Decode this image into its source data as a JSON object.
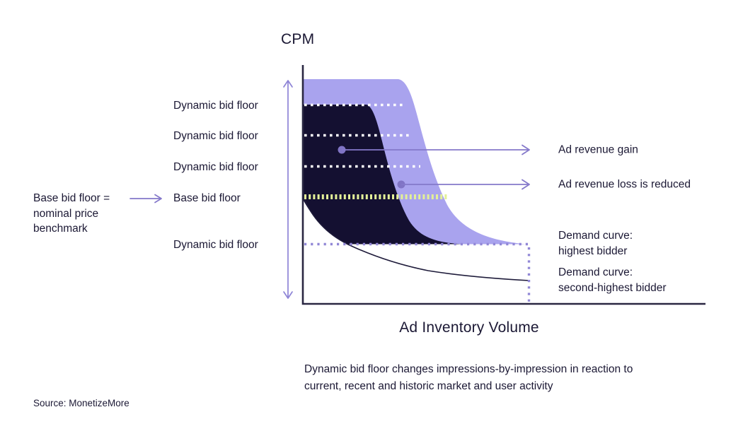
{
  "y_axis_title": "CPM",
  "x_axis_title": "Ad Inventory Volume",
  "floor_labels": {
    "dynamic_1": "Dynamic bid floor",
    "dynamic_2": "Dynamic bid floor",
    "dynamic_3": "Dynamic bid floor",
    "base": "Base bid floor",
    "dynamic_4": "Dynamic bid floor"
  },
  "left_annotation": {
    "line1": "Base bid floor =",
    "line2": "nominal price",
    "line3": "benchmark"
  },
  "right_annotations": {
    "gain": "Ad revenue gain",
    "loss": "Ad revenue loss is reduced",
    "demand_highest_line1": "Demand curve:",
    "demand_highest_line2": "highest bidder",
    "demand_second_line1": "Demand curve:",
    "demand_second_line2": "second-highest bidder"
  },
  "caption": {
    "line1": "Dynamic bid floor changes impressions-by-impression in reaction to",
    "line2": "current, recent and historic market and user activity"
  },
  "source": "Source: MonetizeMore",
  "colors": {
    "lavender_band": "#a9a3ee",
    "dark_navy_region": "#141031",
    "arrow_purple": "#8478ca",
    "dotted_floor_purple": "#9187d6",
    "base_floor_yellow": "#e3f098",
    "white_floor_dots": "#ffffff",
    "axis": "#2a2742",
    "text": "#1b1834"
  },
  "chart_data": {
    "type": "area",
    "title": "CPM",
    "xlabel": "Ad Inventory Volume",
    "ylabel": "CPM",
    "axes_numeric": false,
    "grid": false,
    "legend_position": "right-annotations",
    "series": [
      {
        "name": "Dynamic bid floor envelope (lavender band, highest-bidder demand with dynamic flooring)",
        "style": "filled-area",
        "color": "#a9a3ee",
        "points_rel": [
          [
            0.0,
            0.94
          ],
          [
            0.237,
            0.94
          ],
          [
            0.3,
            0.75
          ],
          [
            0.37,
            0.5
          ],
          [
            0.46,
            0.32
          ],
          [
            0.55,
            0.25
          ]
        ]
      },
      {
        "name": "Captured ad revenue region (dark navy, demand curve: highest bidder truncated at floors)",
        "style": "filled-area",
        "color": "#141031",
        "points_rel": [
          [
            0.0,
            0.83
          ],
          [
            0.158,
            0.83
          ],
          [
            0.22,
            0.62
          ],
          [
            0.28,
            0.42
          ],
          [
            0.33,
            0.3
          ],
          [
            0.39,
            0.25
          ]
        ]
      },
      {
        "name": "Demand curve: second-highest bidder",
        "style": "thin-line",
        "color": "#1e1b3a",
        "points_rel": [
          [
            0.0,
            0.435
          ],
          [
            0.105,
            0.25
          ],
          [
            0.232,
            0.16
          ],
          [
            0.39,
            0.118
          ],
          [
            0.56,
            0.098
          ]
        ]
      }
    ],
    "floor_lines": [
      {
        "label": "Dynamic bid floor",
        "level_rel": 0.83,
        "x_extent_rel": 0.25,
        "style": "white-dotted"
      },
      {
        "label": "Dynamic bid floor",
        "level_rel": 0.71,
        "x_extent_rel": 0.26,
        "style": "white-dotted"
      },
      {
        "label": "Dynamic bid floor",
        "level_rel": 0.58,
        "x_extent_rel": 0.29,
        "style": "white-dotted"
      },
      {
        "label": "Base bid floor",
        "level_rel": 0.45,
        "x_extent_rel": 0.36,
        "style": "yellow-dashed"
      },
      {
        "label": "Dynamic bid floor",
        "level_rel": 0.25,
        "x_extent_rel": 0.56,
        "style": "purple-dotted-with-vertical-drop"
      }
    ],
    "annotations": [
      {
        "text": "Ad revenue gain",
        "arrow_from_rel": [
          0.097,
          0.645
        ],
        "arrow_to_rel": [
          0.562,
          0.645
        ]
      },
      {
        "text": "Ad revenue loss is reduced",
        "arrow_from_rel": [
          0.244,
          0.5
        ],
        "arrow_to_rel": [
          0.562,
          0.5
        ]
      },
      {
        "text": "Base bid floor = nominal price benchmark",
        "points_to": "Base bid floor label"
      }
    ]
  }
}
